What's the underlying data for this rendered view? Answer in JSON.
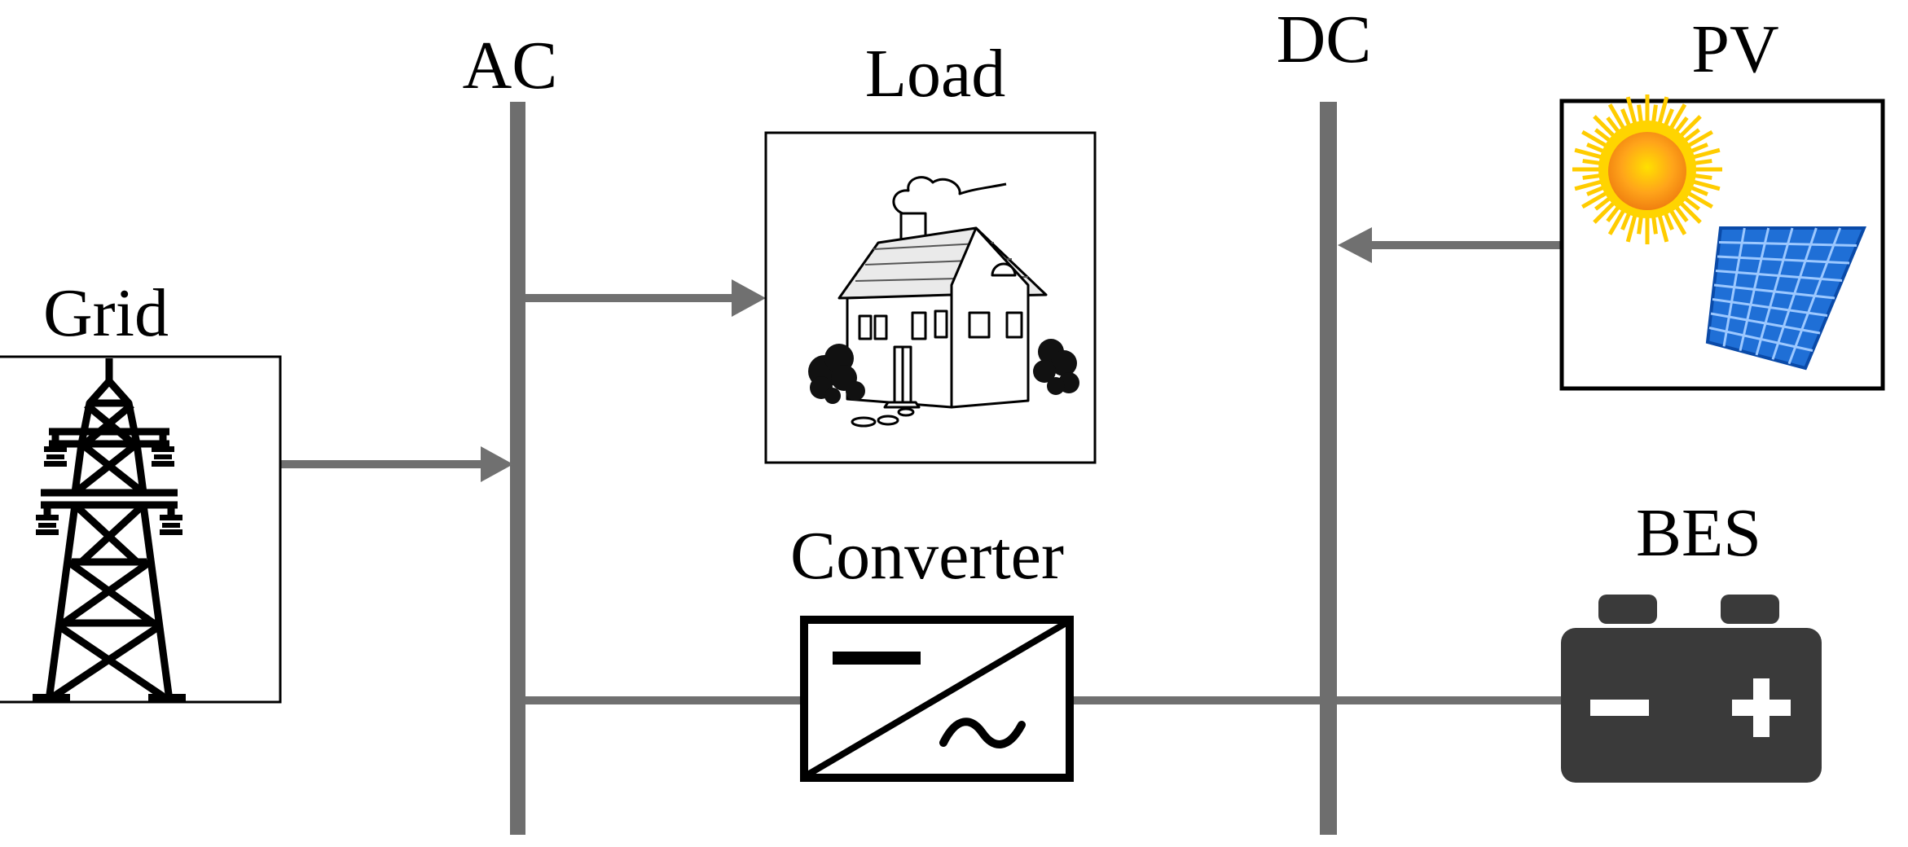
{
  "labels": {
    "ac": "AC",
    "dc": "DC",
    "load": "Load",
    "pv": "PV",
    "grid": "Grid",
    "converter": "Converter",
    "bes": "BES"
  },
  "colors": {
    "bus": "#6e6e6e",
    "line": "#707070",
    "outline": "#000000",
    "battery": "#3a3a3a",
    "panel": "#1f6fd6",
    "sun_core": "#f7931e",
    "sun_rays": "#ffcc00"
  },
  "icons": [
    "transmission-tower-icon",
    "house-icon",
    "sun-icon",
    "solar-panel-icon",
    "converter-symbol-icon",
    "battery-icon"
  ]
}
